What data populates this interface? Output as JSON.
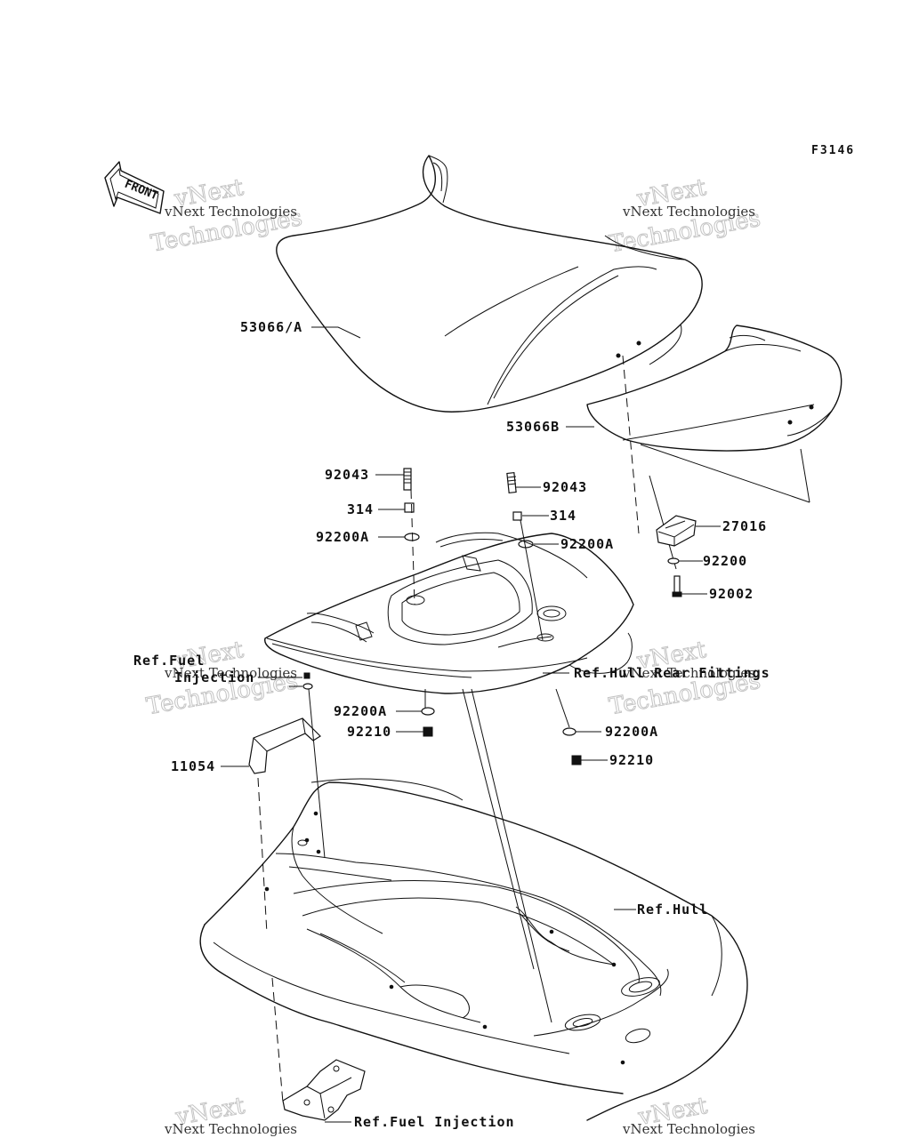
{
  "figure_id": "F3146",
  "front_arrow": {
    "label": "FRONT"
  },
  "watermark": {
    "small_text": "vNext Technologies",
    "big_word_1": "vNext",
    "big_word_2": "Technologies"
  },
  "parts": {
    "p53066a": "53066/A",
    "p53066b": "53066B",
    "p92043_left": "92043",
    "p92043_right": "92043",
    "p314_left": "314",
    "p314_right": "314",
    "p92200a_left": "92200A",
    "p92200a_right": "92200A",
    "p27016": "27016",
    "p92200": "92200",
    "p92002": "92002",
    "p92200a_lower_left": "92200A",
    "p92210_left": "92210",
    "p92200a_lower_right": "92200A",
    "p92210_right": "92210",
    "p11054": "11054"
  },
  "references": {
    "fuel_injection_line1": "Ref.Fuel",
    "fuel_injection_line2": "Injection",
    "hull_rear_fittings": "Ref.Hull Rear Fittings",
    "hull": "Ref.Hull",
    "fuel_injection_bottom": "Ref.Fuel Injection"
  }
}
